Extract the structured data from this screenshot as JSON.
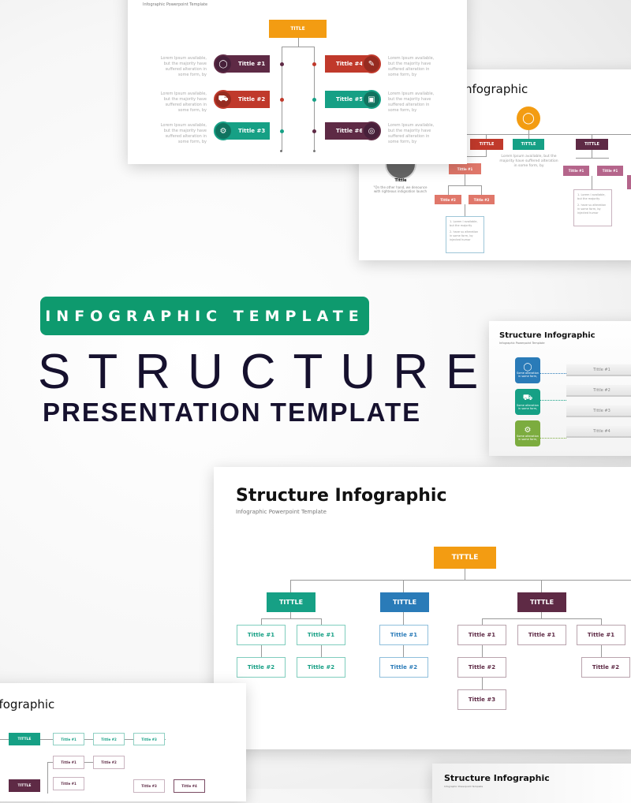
{
  "colors": {
    "green_banner": "#0e9a6e",
    "navy": "#16112e",
    "orange": "#f39c12",
    "teal": "#16a085",
    "blue": "#2a7bb8",
    "plum": "#5e2a45",
    "red": "#c0392b",
    "salmon": "#e0776a",
    "pink": "#b5658b",
    "lime": "#7cac3f"
  },
  "banner": {
    "label": "INFOGRAPHIC TEMPLATE"
  },
  "headline": {
    "main": "STRUCTURE",
    "sub": "PRESENTATION TEMPLATE"
  },
  "slide1": {
    "subtitle": "Infographic Powerpoint Template",
    "top": "TITLE",
    "desc": "Lorem Ipsum available, but the majority have suffered alteration in some form, by",
    "items": [
      {
        "label": "Tittle #1",
        "icon": "lightbulb-icon"
      },
      {
        "label": "Tittle #2",
        "icon": "truck-icon"
      },
      {
        "label": "Tittle #3",
        "icon": "gear-icon"
      },
      {
        "label": "Tittle #4",
        "icon": "pencil-icon"
      },
      {
        "label": "Tittle #5",
        "icon": "wallet-icon"
      },
      {
        "label": "Tittle #6",
        "icon": "globe-icon"
      }
    ]
  },
  "slide2": {
    "title": "Structure Infographic",
    "top_icon": "lightbulb-icon",
    "node": "TITTLE",
    "t1": "Tittle #1",
    "t2": "Tittle #2",
    "desc": "Lorem Ipsum available, but the majority have suffered alteration in some form, by",
    "person_name": "Tittle",
    "quote": "\"On the other hand, we denounce with righteous indignation launch",
    "list": [
      "1.  Lorem I available, but the majority",
      "2.  have su alteration in some form, by injected humor"
    ]
  },
  "slide3": {
    "title": "Structure Infographic",
    "subtitle": "Infographic Powerpoint Template",
    "card_text": "Some alteration in some form,",
    "bars": [
      "Tittle #1",
      "Tittle #2",
      "Tittle #3",
      "Tittle #4"
    ]
  },
  "slide4": {
    "title": "Structure Infographic",
    "subtitle": "Infographic Powerpoint Template",
    "root": "TITTLE",
    "node": "TITTLE",
    "t1": "Tittle #1",
    "t2": "Tittle #2",
    "t3": "Tittle #3"
  },
  "slide5": {
    "title": "Structure Infographic",
    "node": "TITTLE",
    "t1": "Tittle #1",
    "t2": "Tittle #2",
    "t3": "Tittle #3",
    "t4": "Tittle #4"
  },
  "slide6": {
    "title": "Structure Infographic",
    "subtitle": "Infographic Powerpoint Template"
  }
}
